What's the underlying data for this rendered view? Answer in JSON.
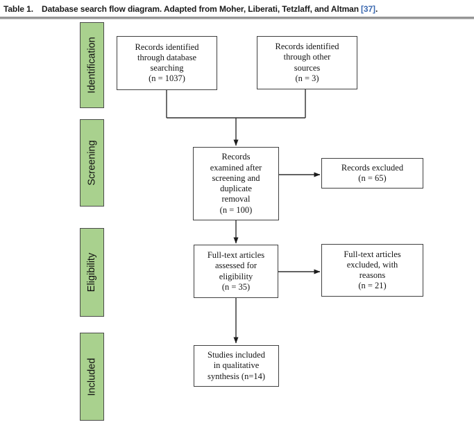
{
  "caption": {
    "label": "Table 1.",
    "text": "Database search flow diagram. Adapted from Moher, Liberati, Tetzlaff, and Altman",
    "citation": "[37]",
    "suffix": "."
  },
  "stages": [
    {
      "id": "identification",
      "label": "Identification"
    },
    {
      "id": "screening",
      "label": "Screening"
    },
    {
      "id": "eligibility",
      "label": "Eligibility"
    },
    {
      "id": "included",
      "label": "Included"
    }
  ],
  "nodes": {
    "records_db": {
      "text": "Records identified\nthrough database\nsearching\n(n = 1037)",
      "n": 1037,
      "stage": "identification"
    },
    "records_other": {
      "text": "Records identified\nthrough other\nsources\n(n = 3)",
      "n": 3,
      "stage": "identification"
    },
    "records_screened": {
      "text": "Records\nexamined after\nscreening and\nduplicate\nremoval\n(n = 100)",
      "n": 100,
      "stage": "screening"
    },
    "records_excluded": {
      "text": "Records excluded\n(n = 65)",
      "n": 65,
      "stage": "screening"
    },
    "fulltext_assessed": {
      "text": "Full-text articles\nassessed for\neligibility\n(n = 35)",
      "n": 35,
      "stage": "eligibility"
    },
    "fulltext_excluded": {
      "text": "Full-text articles\nexcluded, with\nreasons\n(n = 21)",
      "n": 21,
      "stage": "eligibility"
    },
    "studies_included": {
      "text": "Studies included\nin qualitative\nsynthesis (n=14)",
      "n": 14,
      "stage": "included"
    }
  },
  "edges": [
    {
      "from": "records_db",
      "to": "records_screened"
    },
    {
      "from": "records_other",
      "to": "records_screened"
    },
    {
      "from": "records_screened",
      "to": "records_excluded"
    },
    {
      "from": "records_screened",
      "to": "fulltext_assessed"
    },
    {
      "from": "fulltext_assessed",
      "to": "fulltext_excluded"
    },
    {
      "from": "fulltext_assessed",
      "to": "studies_included"
    }
  ],
  "colors": {
    "stage_fill": "#a9d18e",
    "stage_border": "#4a4a4a",
    "box_border": "#3f3f3f",
    "connector": "#2e2e2e",
    "citation_blue": "#3c69b0",
    "rule_gray": "#969696"
  }
}
